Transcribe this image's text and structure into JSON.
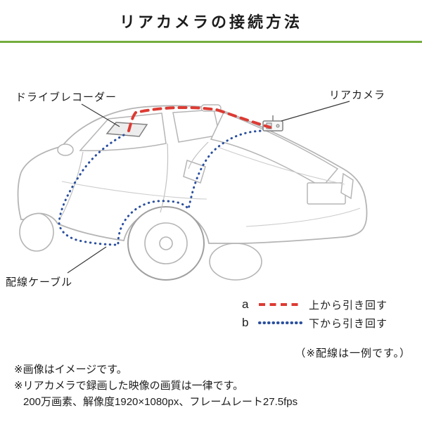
{
  "header": {
    "title": "リアカメラの接続方法"
  },
  "diagram": {
    "labels": {
      "drive_recorder": "ドライブレコーダー",
      "rear_camera": "リアカメラ",
      "cable": "配線ケーブル"
    }
  },
  "legend": {
    "a": {
      "key": "a",
      "label": "上から引き回す"
    },
    "b": {
      "key": "b",
      "label": "下から引き回す"
    },
    "note": "（※配線は一例です。）"
  },
  "notes": [
    "※画像はイメージです。",
    "※リアカメラで録画した映像の画質は一律です。",
    "200万画素、解像度1920×1080px、フレームレート27.5fps"
  ],
  "colors": {
    "divider_green": "#74ad3d",
    "route_a": "#dd3b33",
    "route_b": "#2a4f9e",
    "car_outline": "#b5b5b5"
  }
}
